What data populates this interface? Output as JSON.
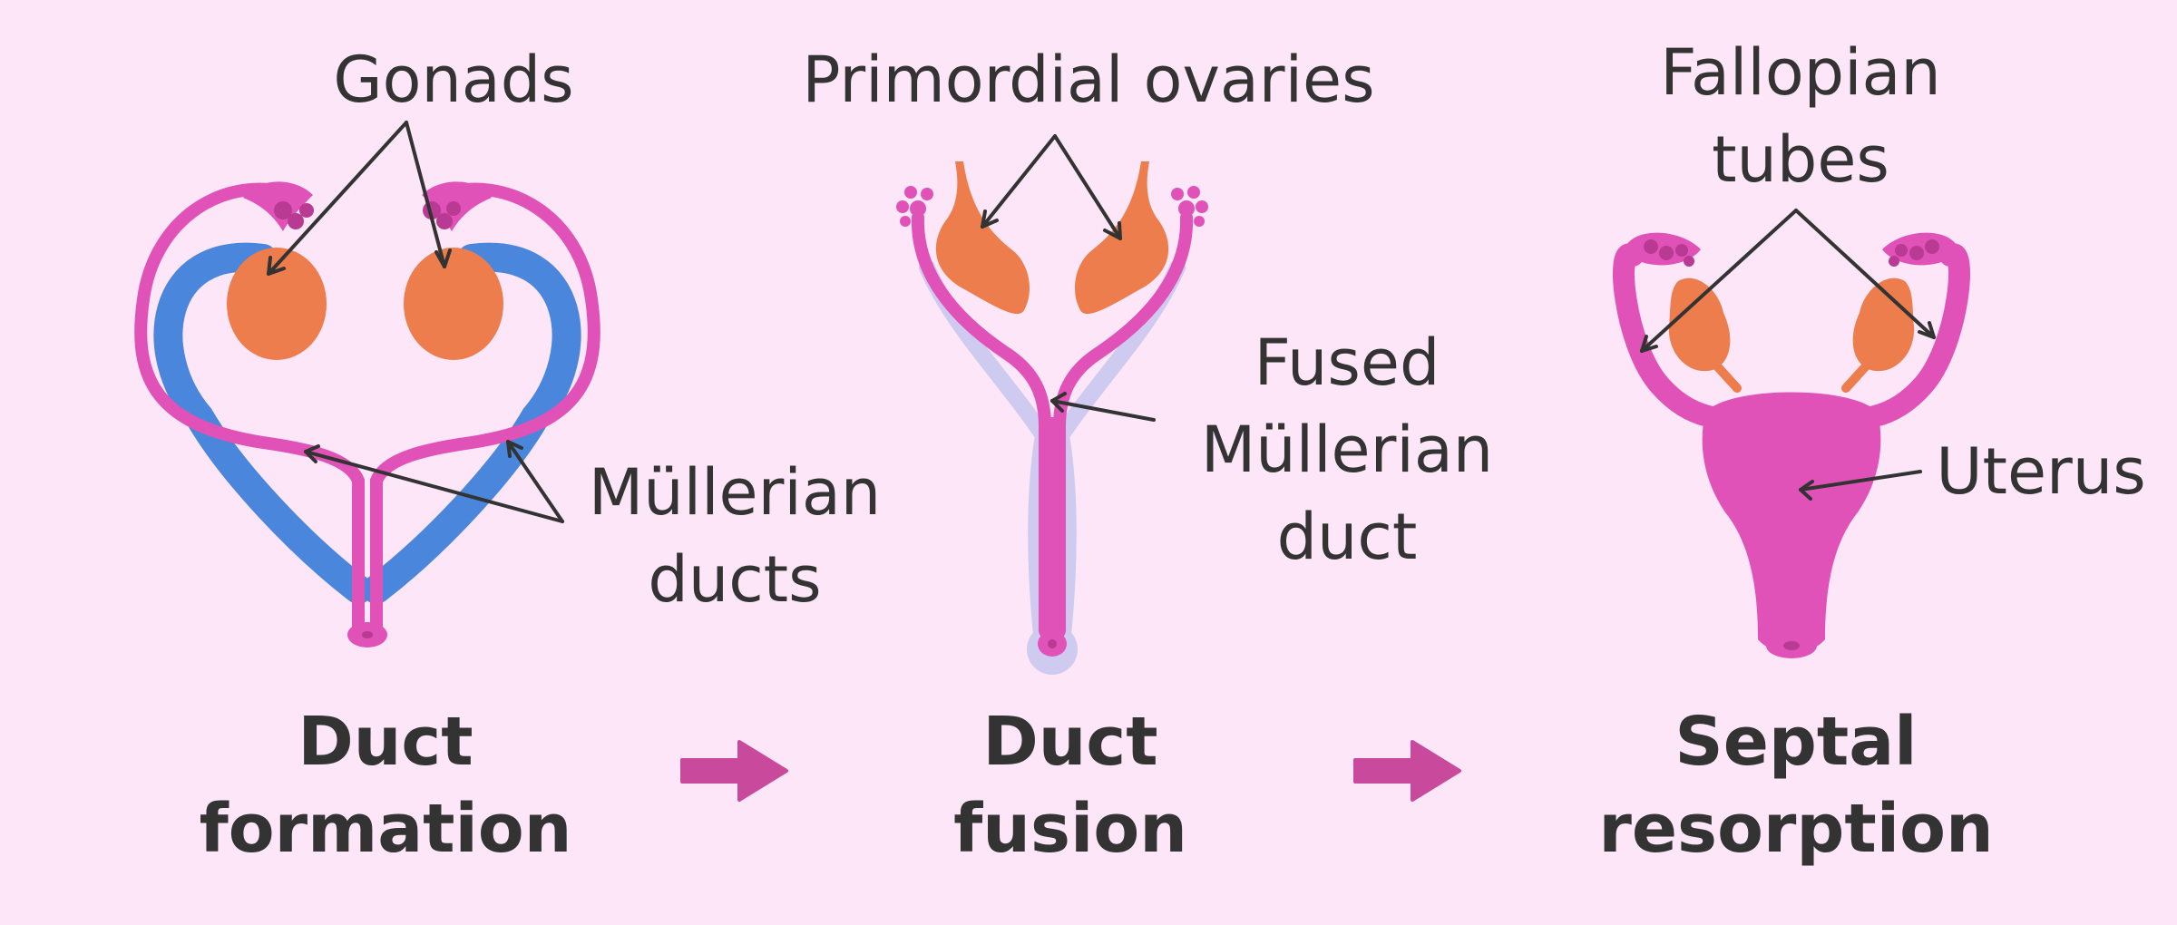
{
  "colors": {
    "background": "#fde6f7",
    "duct_pink": "#e052b8",
    "duct_pink_dark": "#b93a92",
    "gonad_orange": "#ed7d4c",
    "wolffian_blue": "#4a86dc",
    "ghost_lavender": "#cfcbf0",
    "arrow_magenta": "#c94a9c",
    "text": "#333333"
  },
  "panels": [
    {
      "labels": {
        "gonads": "Gonads",
        "mullerian": [
          "Müllerian",
          "ducts"
        ]
      },
      "title": [
        "Duct",
        "formation"
      ]
    },
    {
      "labels": {
        "ovaries": "Primordial ovaries",
        "fused": [
          "Fused",
          "Müllerian",
          "duct"
        ]
      },
      "title": [
        "Duct",
        "fusion"
      ]
    },
    {
      "labels": {
        "tubes": [
          "Fallopian",
          "tubes"
        ],
        "uterus": "Uterus"
      },
      "title": [
        "Septal",
        "resorption"
      ]
    }
  ],
  "flow_arrows": [
    "arrow-right-icon",
    "arrow-right-icon"
  ]
}
